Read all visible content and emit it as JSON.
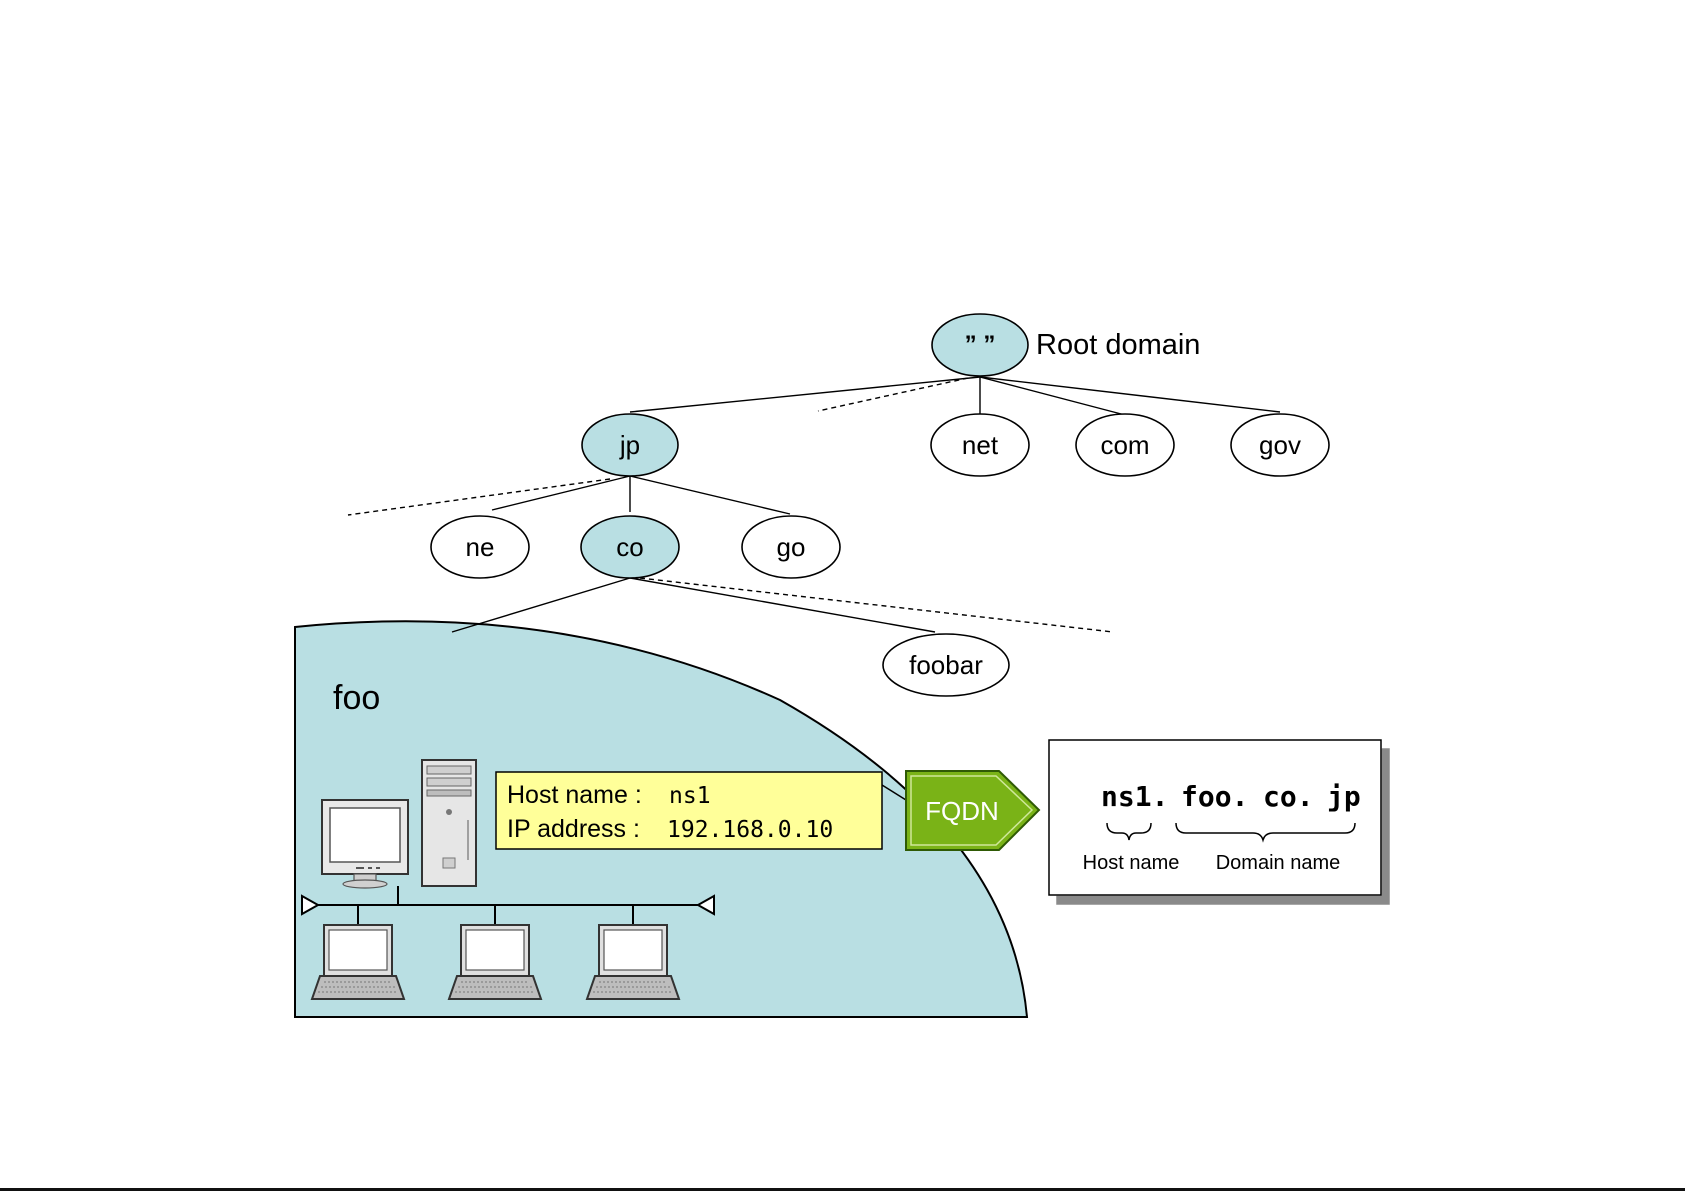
{
  "tree": {
    "root_label": "” ”",
    "root_caption": "Root domain",
    "level1": [
      "jp",
      "net",
      "com",
      "gov"
    ],
    "level2": [
      "ne",
      "co",
      "go"
    ],
    "level3": [
      "foobar"
    ],
    "network_label": "foo"
  },
  "host_box": {
    "host_name_label": "Host name :",
    "host_name_value": "ns1",
    "ip_label": "IP address :",
    "ip_value": "192.168.0.10"
  },
  "fqdn_arrow": {
    "label": "FQDN"
  },
  "fqdn_box": {
    "part_host": "ns1.",
    "part_foo": "foo.",
    "part_co": "co.",
    "part_jp": "jp",
    "host_caption": "Host name",
    "domain_caption": "Domain name"
  },
  "colors": {
    "highlight_fill": "#b9dfe3",
    "network_fill": "#b9dfe3",
    "host_box_fill": "#ffff99",
    "fqdn_arrow_fill": "#7ab317",
    "fqdn_arrow_text": "#ffffff"
  },
  "icons": [
    "desktop-monitor-icon",
    "tower-server-icon",
    "laptop-icon",
    "laptop-icon",
    "laptop-icon",
    "terminator-icon"
  ]
}
